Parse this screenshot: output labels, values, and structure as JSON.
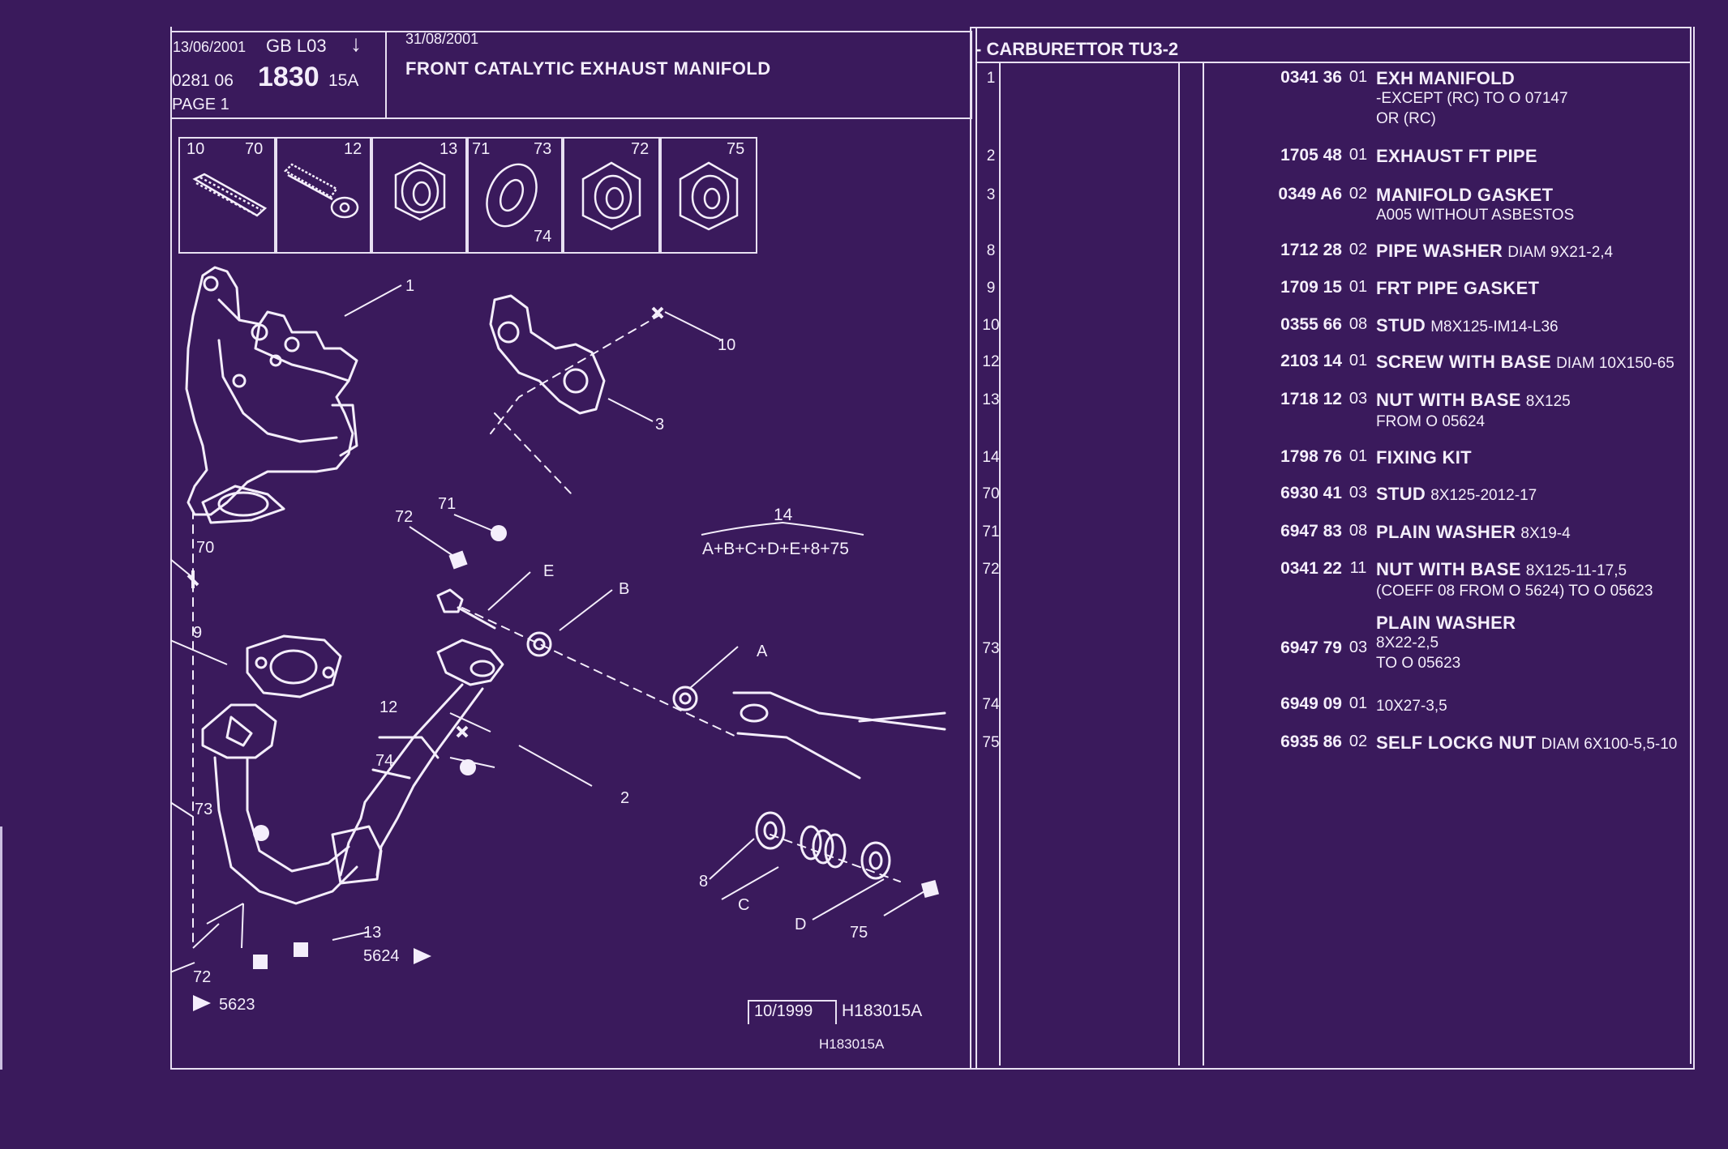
{
  "header": {
    "date": "13/06/2001",
    "lang": "GB  L03",
    "arrow": "↓",
    "code_prefix": "0281  06",
    "code_main": "1830",
    "code_suffix": "15A",
    "page": "PAGE  1",
    "date2": "31/08/2001",
    "title": "FRONT CATALYTIC EXHAUST MANIFOLD"
  },
  "table": {
    "section_title": "- CARBURETTOR TU3-2",
    "rows": [
      {
        "no": "1",
        "ref": "0341 36",
        "qty": "01",
        "name": "EXH MANIFOLD",
        "spec": "",
        "extra": [
          "-EXCEPT  (RC) TO  O  07147",
          "OR (RC)"
        ]
      },
      {
        "no": "2",
        "ref": "1705 48",
        "qty": "01",
        "name": "EXHAUST FT PIPE",
        "spec": "",
        "extra": []
      },
      {
        "no": "3",
        "ref": "0349 A6",
        "qty": "02",
        "name": "MANIFOLD GASKET",
        "spec": "",
        "extra": [
          "A005 WITHOUT ASBESTOS"
        ]
      },
      {
        "no": "8",
        "ref": "1712 28",
        "qty": "02",
        "name": "PIPE WASHER",
        "spec": "DIAM 9X21-2,4",
        "extra": []
      },
      {
        "no": "9",
        "ref": "1709 15",
        "qty": "01",
        "name": "FRT PIPE GASKET",
        "spec": "",
        "extra": []
      },
      {
        "no": "10",
        "ref": "0355 66",
        "qty": "08",
        "name": "STUD",
        "spec": "M8X125-IM14-L36",
        "extra": []
      },
      {
        "no": "12",
        "ref": "2103 14",
        "qty": "01",
        "name": "SCREW WITH BASE",
        "spec": "DIAM 10X150-65",
        "extra": []
      },
      {
        "no": "13",
        "ref": "1718 12",
        "qty": "03",
        "name": "NUT WITH BASE",
        "spec": "8X125",
        "extra": [
          "FROM  O  05624"
        ]
      },
      {
        "no": "14",
        "ref": "1798 76",
        "qty": "01",
        "name": "FIXING KIT",
        "spec": "",
        "extra": []
      },
      {
        "no": "70",
        "ref": "6930 41",
        "qty": "03",
        "name": "STUD",
        "spec": "8X125-2012-17",
        "extra": []
      },
      {
        "no": "71",
        "ref": "6947 83",
        "qty": "08",
        "name": "PLAIN WASHER",
        "spec": "8X19-4",
        "extra": []
      },
      {
        "no": "72",
        "ref": "0341 22",
        "qty": "11",
        "name": "NUT WITH BASE",
        "spec": "8X125-11-17,5",
        "extra": [
          "(COEFF 08 FROM O 5624)  TO  O  05623"
        ]
      },
      {
        "no": "73",
        "ref": "6947 79",
        "qty": "03",
        "name": "",
        "spec": "",
        "pre": "PLAIN WASHER",
        "extra": [
          "8X22-2,5",
          "TO  O  05623"
        ]
      },
      {
        "no": "74",
        "ref": "6949 09",
        "qty": "01",
        "name": "",
        "spec": "10X27-3,5",
        "extra": []
      },
      {
        "no": "75",
        "ref": "6935 86",
        "qty": "02",
        "name": "SELF LOCKG NUT",
        "spec": "DIAM 6X100-5,5-10",
        "extra": []
      }
    ]
  },
  "parts_boxes": [
    {
      "labels": [
        "10",
        "70"
      ]
    },
    {
      "labels": [
        "12"
      ]
    },
    {
      "labels": [
        "13"
      ]
    },
    {
      "labels": [
        "71",
        "73",
        "74"
      ]
    },
    {
      "labels": [
        "72"
      ]
    },
    {
      "labels": [
        "75"
      ]
    }
  ],
  "callouts": {
    "c1": "1",
    "c10": "10",
    "c3": "3",
    "c71": "71",
    "c72a": "72",
    "c70": "70",
    "cE": "E",
    "cB": "B",
    "c9": "9",
    "cA": "A",
    "c12": "12",
    "c74": "74",
    "c2": "2",
    "c73": "73",
    "c8": "8",
    "cC": "C",
    "cD": "D",
    "c75": "75",
    "c13": "13",
    "c72b": "72",
    "c5624": "5624",
    "c5623": "5623"
  },
  "fixing_kit": {
    "number": "14",
    "formula": "A+B+C+D+E+8+75"
  },
  "footer": {
    "date_box": "10/1999",
    "ref": "H183015A",
    "ref_small": "H183015A"
  }
}
